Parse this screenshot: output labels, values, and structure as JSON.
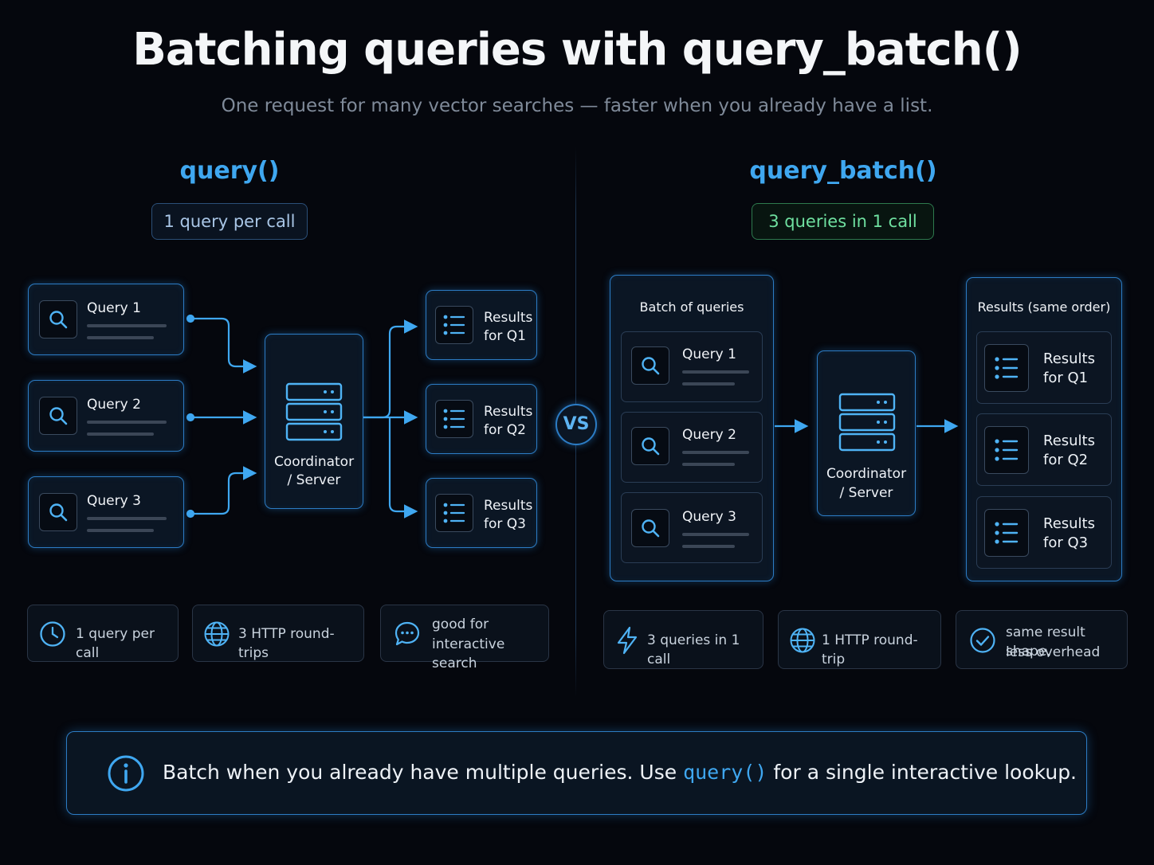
{
  "title": "Batching queries with query_batch()",
  "subtitle": "One request for many vector searches — faster when you already have a list.",
  "colors": {
    "accent": "#3fa7f0",
    "green": "#6fe0a0",
    "background": "#05070d"
  },
  "left": {
    "heading": "query()",
    "badge": "1 query per call",
    "queries": [
      "Query 1",
      "Query 2",
      "Query 3"
    ],
    "server": {
      "line1": "Coordinator",
      "line2": "/ Server"
    },
    "results": [
      {
        "line1": "Results",
        "line2": "for Q1"
      },
      {
        "line1": "Results",
        "line2": "for Q2"
      },
      {
        "line1": "Results",
        "line2": "for Q3"
      }
    ],
    "features": [
      {
        "icon": "clock-icon",
        "line1": "1 query per call",
        "line2": ""
      },
      {
        "icon": "globe-icon",
        "line1": "3 HTTP round-trips",
        "line2": ""
      },
      {
        "icon": "chat-icon",
        "line1": "good for",
        "line2": "interactive search"
      }
    ]
  },
  "vs_label": "VS",
  "right": {
    "heading": "query_batch()",
    "badge": "3 queries in 1 call",
    "batch_heading": "Batch of queries",
    "queries": [
      "Query 1",
      "Query 2",
      "Query 3"
    ],
    "server": {
      "line1": "Coordinator",
      "line2": "/ Server"
    },
    "results_heading": "Results (same order)",
    "results": [
      {
        "line1": "Results",
        "line2": "for Q1"
      },
      {
        "line1": "Results",
        "line2": "for Q2"
      },
      {
        "line1": "Results",
        "line2": "for Q3"
      }
    ],
    "features": [
      {
        "icon": "lightning-icon",
        "line1": "3 queries in 1 call",
        "line2": ""
      },
      {
        "icon": "globe-icon",
        "line1": "1 HTTP round-trip",
        "line2": ""
      },
      {
        "icon": "check-circle-icon",
        "line1": "same result shape,",
        "line2": "less overhead"
      }
    ]
  },
  "banner": {
    "icon": "info-icon",
    "text_before": "Batch when you already have multiple queries. Use ",
    "code": "query()",
    "text_after": " for a single interactive lookup."
  }
}
